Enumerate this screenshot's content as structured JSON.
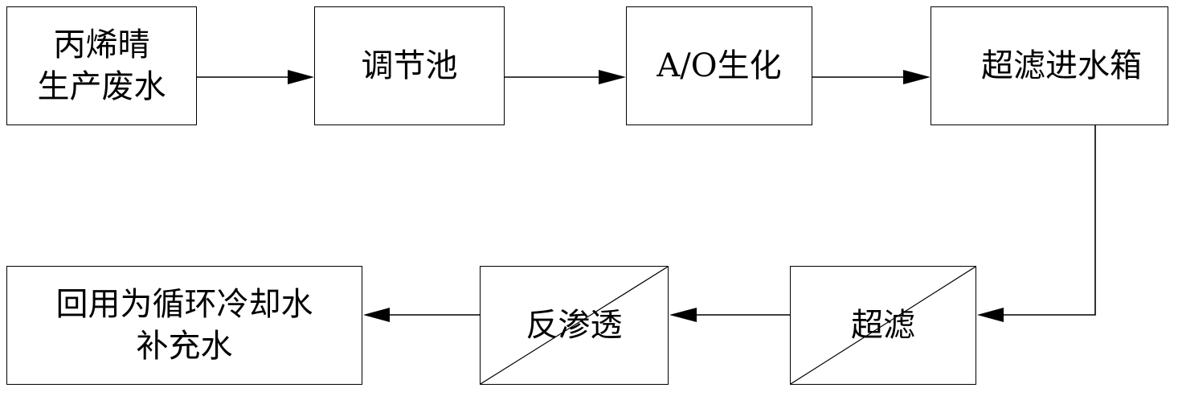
{
  "diagram": {
    "nodes": [
      {
        "id": "b1",
        "lines": [
          "丙烯晴",
          "生产废水"
        ]
      },
      {
        "id": "b2",
        "lines": [
          "调节池"
        ]
      },
      {
        "id": "b3",
        "lines": [
          "A/O生化"
        ]
      },
      {
        "id": "b4",
        "lines": [
          "超滤进水箱"
        ]
      },
      {
        "id": "b5",
        "lines": [
          "超滤"
        ]
      },
      {
        "id": "b6",
        "lines": [
          "反渗透"
        ]
      },
      {
        "id": "b7",
        "lines": [
          "回用为循环冷却水",
          "补充水"
        ]
      }
    ],
    "edges": [
      {
        "from": "b1",
        "to": "b2"
      },
      {
        "from": "b2",
        "to": "b3"
      },
      {
        "from": "b3",
        "to": "b4"
      },
      {
        "from": "b4",
        "to": "b5"
      },
      {
        "from": "b5",
        "to": "b6"
      },
      {
        "from": "b6",
        "to": "b7"
      }
    ],
    "colors": {
      "stroke": "#000000",
      "background": "#ffffff"
    }
  }
}
